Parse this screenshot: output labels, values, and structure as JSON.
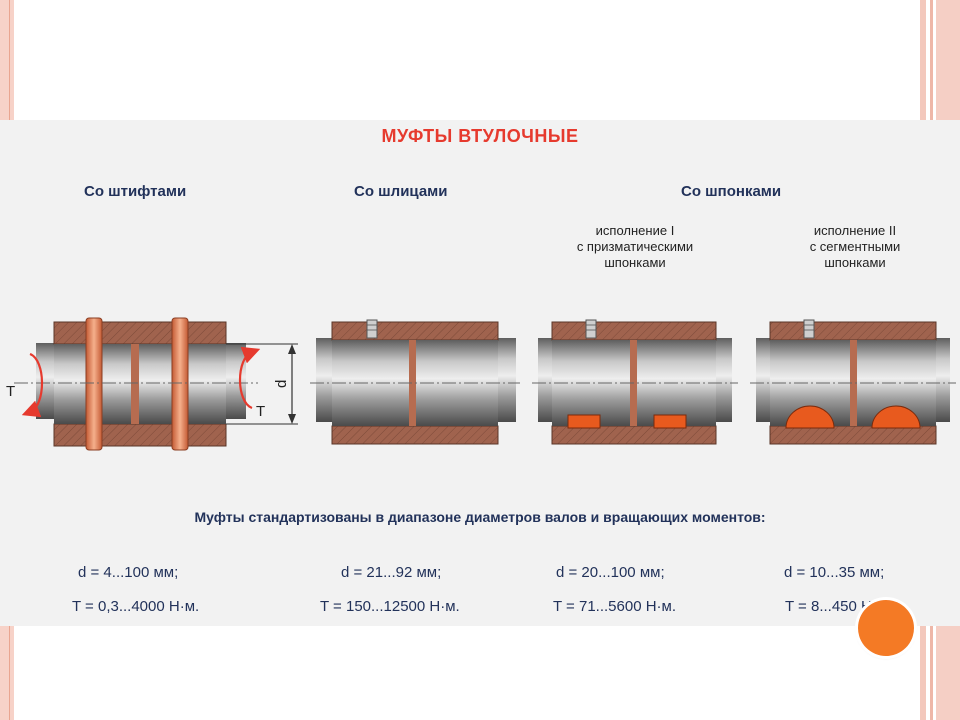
{
  "title": "МУФТЫ  ВТУЛОЧНЫЕ",
  "columns": {
    "pins": "Со штифтами",
    "splines": "Со шлицами",
    "keys": "Со шпонками"
  },
  "variants": {
    "v1": [
      "исполнение I",
      "с призматическими",
      "шпонками"
    ],
    "v2": [
      "исполнение II",
      "с сегментными",
      "шпонками"
    ]
  },
  "labels": {
    "torque": "T",
    "diameter": "d"
  },
  "note": "Муфты стандартизованы в диапазоне диаметров валов и вращающих моментов:",
  "specs": [
    {
      "d": "d  =  4...100 мм;",
      "t": "T = 0,3...4000 Н·м."
    },
    {
      "d": "d  =  21...92 мм;",
      "t": "T = 150...12500 Н·м."
    },
    {
      "d": "d  =  20...100 мм;",
      "t": "T = 71...5600 Н·м."
    },
    {
      "d": "d  =  10...35 мм;",
      "t": "T = 8...450 Н·м."
    }
  ],
  "colors": {
    "title": "#e63a2e",
    "text": "#22325a",
    "sleeve": "#a0634e",
    "shaft": "#8c8c8c",
    "pin": "#e8845a",
    "key": "#e85a1e",
    "accent": "#f47a25"
  }
}
